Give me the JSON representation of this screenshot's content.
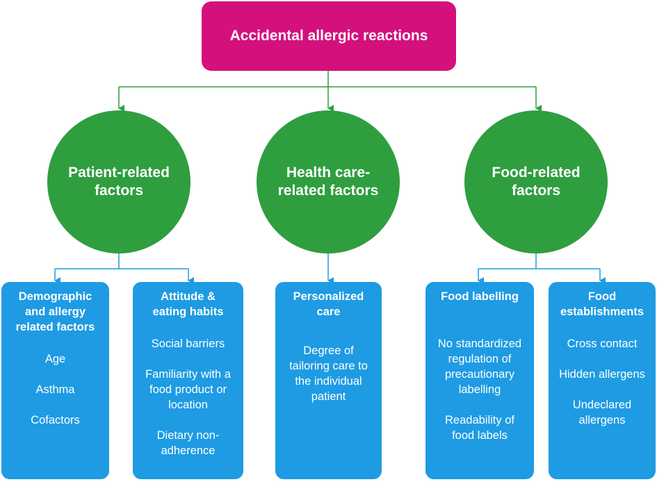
{
  "root": {
    "label": "Accidental allergic reactions"
  },
  "categories": [
    {
      "label": "Patient-related\nfactors"
    },
    {
      "label": "Health care-\nrelated factors"
    },
    {
      "label": "Food-related\nfactors"
    }
  ],
  "leaves": [
    {
      "title": "Demographic\nand allergy\nrelated factors",
      "items": [
        "Age",
        "Asthma",
        "Cofactors"
      ]
    },
    {
      "title": "Attitude &\neating habits",
      "items": [
        "Social barriers",
        "Familiarity with a\nfood product or\nlocation",
        "Dietary non-\nadherence"
      ]
    },
    {
      "title": "Personalized\ncare",
      "items": [
        "Degree of\ntailoring care to\nthe individual\npatient"
      ]
    },
    {
      "title": "Food labelling",
      "items": [
        "No standardized\nregulation of\nprecautionary\nlabelling",
        "Readability of\nfood labels"
      ]
    },
    {
      "title": "Food\nestablishments",
      "items": [
        "Cross contact",
        "Hidden allergens",
        "Undeclared\nallergens"
      ]
    }
  ],
  "colors": {
    "root": "#d4107d",
    "category": "#2f9e3f",
    "leaf": "#1e9be3",
    "connector_top": "#2f9e3f",
    "connector_bottom": "#1e9be3"
  }
}
